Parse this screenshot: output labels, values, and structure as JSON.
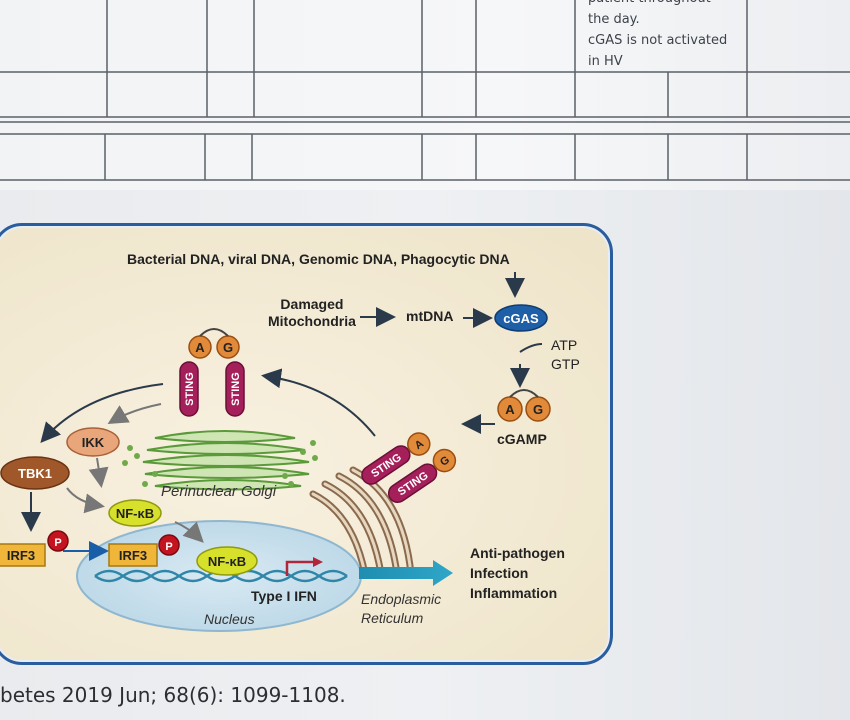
{
  "table": {
    "cell_lines": [
      "patient   throughout",
      "the day.",
      "cGAS is not activated",
      "in HV"
    ]
  },
  "diagram": {
    "sources": "Bacterial DNA, viral DNA, Genomic DNA, Phagocytic DNA",
    "damaged_mito_1": "Damaged",
    "damaged_mito_2": "Mitochondria",
    "mtdna": "mtDNA",
    "cgas": "cGAS",
    "atp": "ATP",
    "gtp": "GTP",
    "cgamp": "cGAMP",
    "a": "A",
    "g": "G",
    "sting": "STING",
    "ikk": "IKK",
    "tbk1": "TBK1",
    "nfkb": "NF-κB",
    "irf3": "IRF3",
    "p": "P",
    "type1ifn": "Type I IFN",
    "nucleus": "Nucleus",
    "golgi": "Perinuclear Golgi",
    "er_1": "Endoplasmic",
    "er_2": "Reticulum",
    "out_1": "Anti-pathogen",
    "out_2": "Infection",
    "out_3": "Inflammation"
  },
  "citation": "betes 2019 Jun; 68(6): 1099-1108."
}
